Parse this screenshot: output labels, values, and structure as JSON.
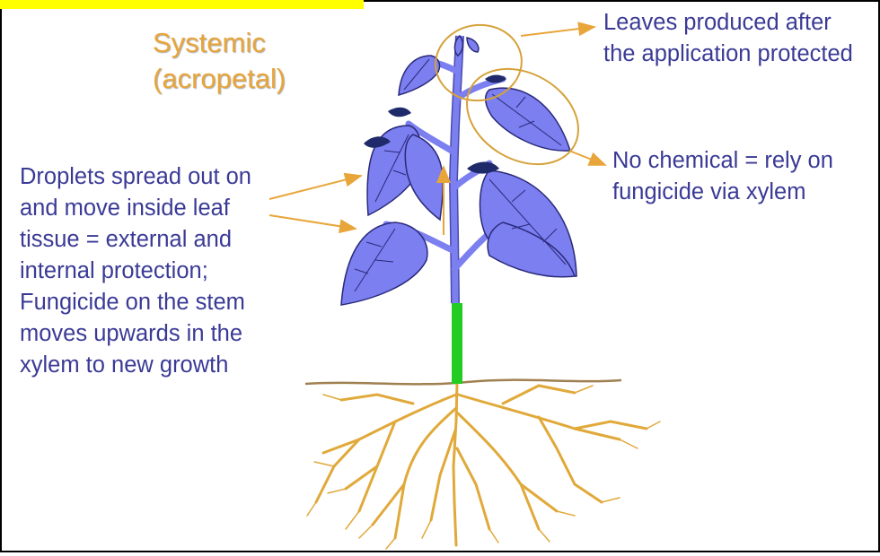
{
  "title": {
    "line1": "Systemic",
    "line2": "(acropetal)"
  },
  "left_annotation": {
    "lines": [
      "Droplets spread out on",
      "and move inside leaf",
      "tissue = external and",
      "internal protection;",
      "Fungicide on the stem",
      "moves upwards in the",
      "xylem to new growth"
    ]
  },
  "top_right_annotation": {
    "lines": [
      "Leaves produced after",
      "the application protected"
    ]
  },
  "mid_right_annotation": {
    "lines": [
      "No chemical = rely on",
      "fungicide via xylem"
    ]
  },
  "colors": {
    "title": "#e8a53a",
    "text": "#3a3a96",
    "leaf": "#7c7ff0",
    "stem_treated": "#22cc22",
    "roots": "#e0a93a",
    "arrow": "#e8a53a",
    "highlight": "#ffff00"
  }
}
